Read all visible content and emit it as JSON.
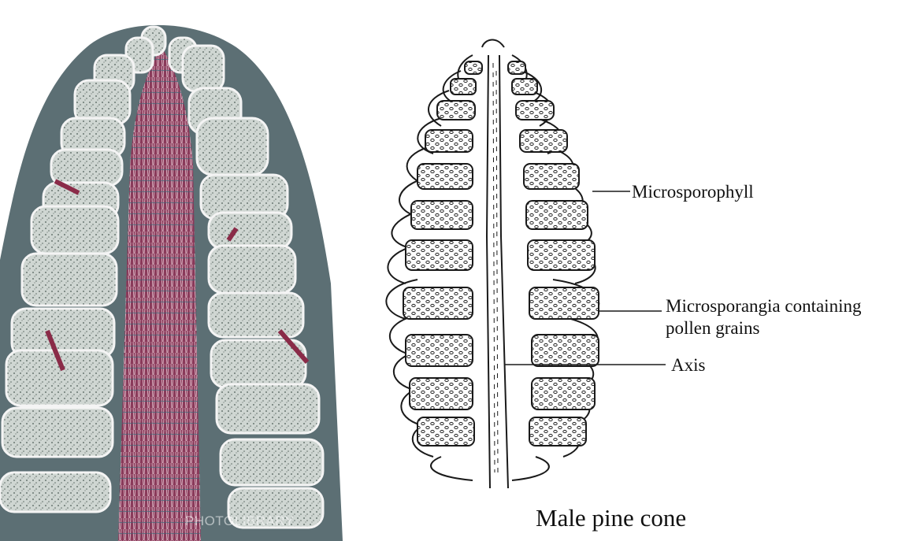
{
  "labels": {
    "microsporophyll": "Microsporophyll",
    "microsporangia_line1": "Microsporangia containing",
    "microsporangia_line2": "pollen grains",
    "axis": "Axis"
  },
  "caption": "Male pine cone",
  "watermark": "PHOTOLIBRARY"
}
